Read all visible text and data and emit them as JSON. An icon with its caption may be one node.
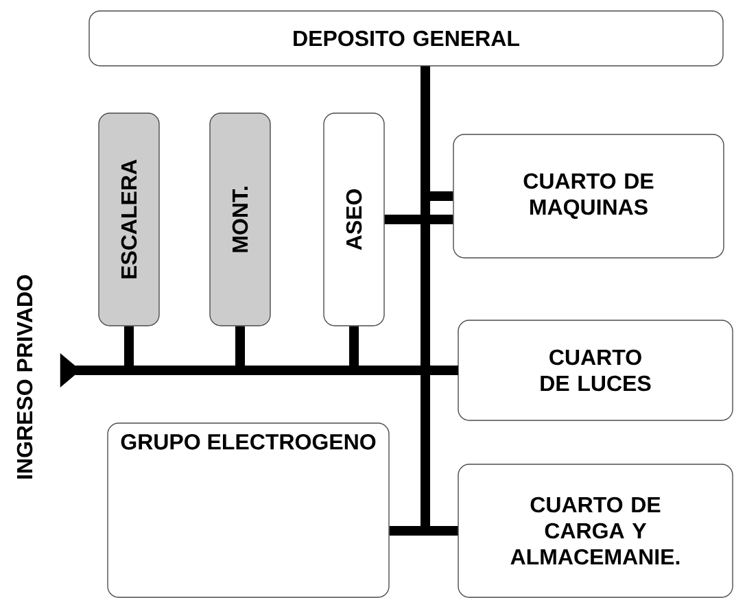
{
  "diagram": {
    "nodes": [
      {
        "text": [
          "DEPOSITO GENERAL"
        ]
      },
      {
        "text": [
          "ESCALERA"
        ]
      },
      {
        "text": [
          "MONT."
        ]
      },
      {
        "text": [
          "ASEO"
        ]
      },
      {
        "text": [
          "CUARTO DE MAQUINAS"
        ]
      },
      {
        "text": [
          "CUARTO DE LUCES"
        ]
      },
      {
        "text": [
          "GRUPO ELECTROGENO"
        ]
      },
      {
        "text": [
          "CUARTO DE CARGA Y ALMACEMANIE."
        ]
      },
      {
        "text": [
          "INGRESO PRIVADO"
        ]
      }
    ],
    "edges": [
      {
        "from": 8,
        "to": 5,
        "arrow": "to"
      },
      {
        "from": 1,
        "to": 5,
        "arrow": "none"
      },
      {
        "from": 2,
        "to": 5,
        "arrow": "none"
      },
      {
        "from": 3,
        "to": 5,
        "arrow": "none"
      },
      {
        "from": 3,
        "to": 4,
        "arrow": "none"
      },
      {
        "from": 0,
        "to": 4,
        "arrow": "none"
      },
      {
        "from": 0,
        "to": 5,
        "arrow": "none"
      },
      {
        "from": 0,
        "to": 7,
        "arrow": "none"
      },
      {
        "from": 6,
        "to": 7,
        "arrow": "none"
      }
    ]
  }
}
